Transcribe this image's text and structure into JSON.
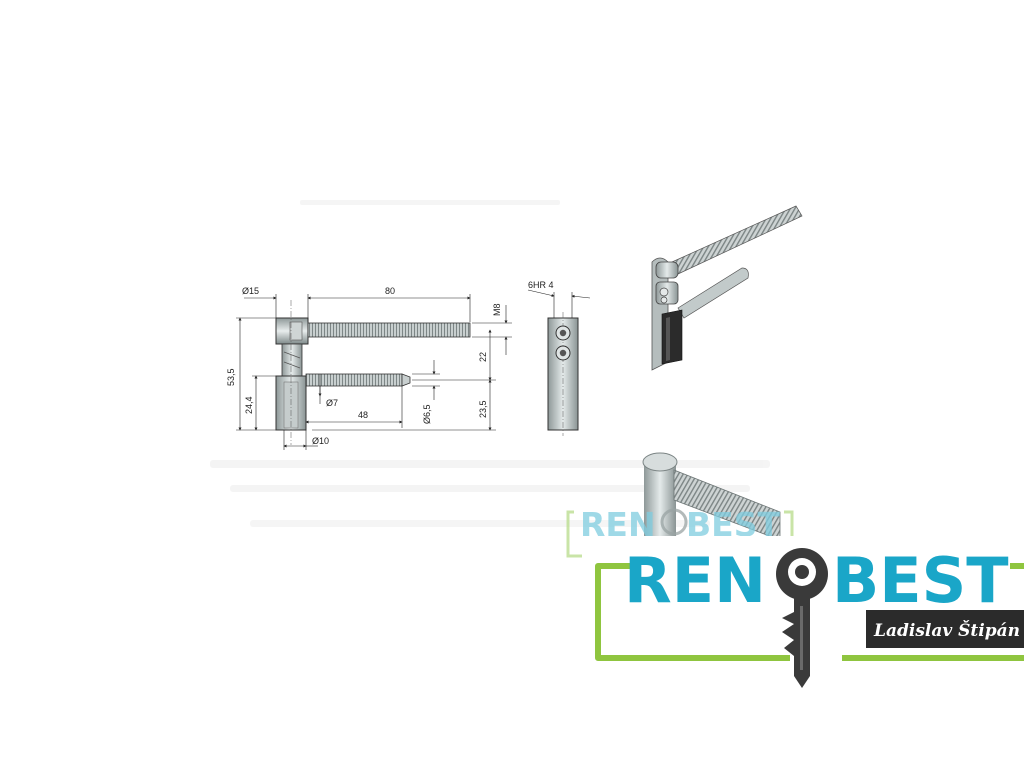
{
  "drawing": {
    "dims": {
      "d15": "Ø15",
      "len80": "80",
      "m8": "M8",
      "h53": "53,5",
      "h22": "22",
      "h24": "24,4",
      "d7": "Ø7",
      "len48": "48",
      "d65": "Ø6,5",
      "h235": "23,5",
      "d10": "Ø10",
      "hex": "6HR 4"
    }
  },
  "logo": {
    "brand_ghost_left": "REN",
    "brand_ghost_right": "BEST",
    "brand_left": "REN",
    "brand_right": "BEST",
    "owner": "Ladislav Štipán",
    "colors": {
      "brand": "#1aa6c8",
      "frame": "#8fc53f",
      "key": "#3a3a3a",
      "owner_bg": "#2b2b2b"
    }
  }
}
